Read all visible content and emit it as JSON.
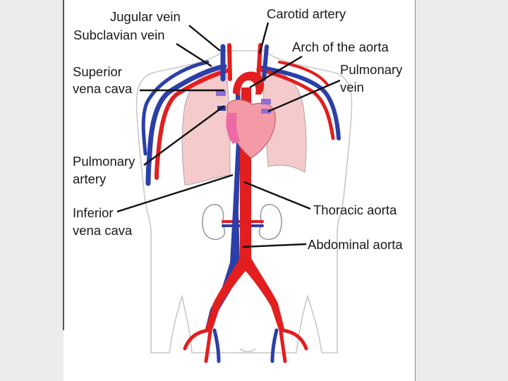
{
  "figure": {
    "labels": {
      "jugular_vein": "Jugular vein",
      "subclavian_vein": "Subclavian vein",
      "superior_vena_cava_line1": "Superior",
      "superior_vena_cava_line2": "vena cava",
      "pulmonary_artery_line1": "Pulmonary",
      "pulmonary_artery_line2": "artery",
      "inferior_vena_cava_line1": "Inferior",
      "inferior_vena_cava_line2": "vena cava",
      "carotid_artery": "Carotid artery",
      "arch_of_aorta": "Arch of the aorta",
      "pulmonary_vein_line1": "Pulmonary",
      "pulmonary_vein_line2": "vein",
      "thoracic_aorta": "Thoracic aorta",
      "abdominal_aorta": "Abdominal aorta"
    },
    "colors": {
      "artery": "#e31e1e",
      "vein": "#2c3fa8",
      "lung": "#f4caca",
      "heart": "#f49aa6",
      "background": "#ececec",
      "panel": "#ffffff"
    }
  }
}
